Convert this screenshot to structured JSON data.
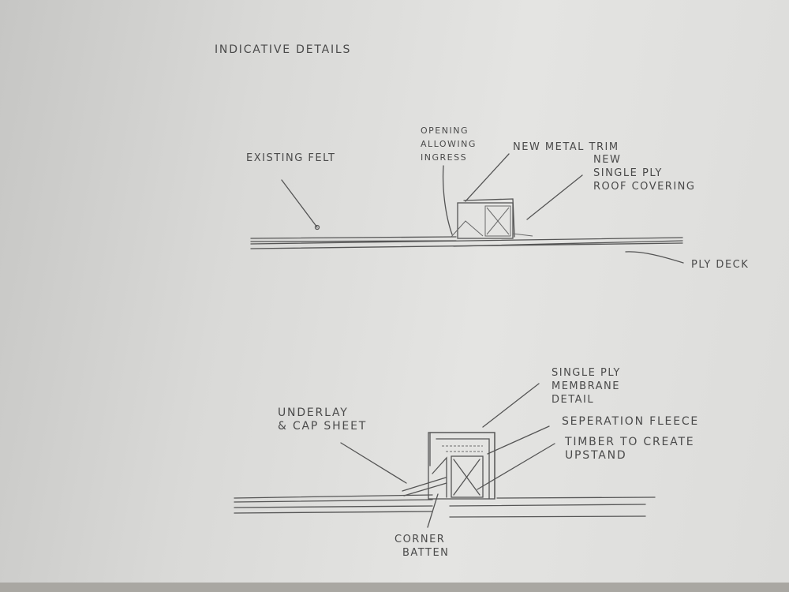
{
  "title": "INDICATIVE DETAILS",
  "detail_1": {
    "labels": {
      "existing_felt": "EXISTING FELT",
      "opening_line1": "OPENING",
      "opening_line2": "ALLOWING",
      "opening_line3": "INGRESS",
      "new_metal_trim": "NEW METAL TRIM",
      "new_covering_line1": "NEW",
      "new_covering_line2": "SINGLE PLY",
      "new_covering_line3": "ROOF COVERING",
      "ply_deck": "PLY DECK"
    }
  },
  "detail_2": {
    "labels": {
      "underlay_line1": "UNDERLAY",
      "underlay_line2": "& CAP SHEET",
      "membrane_line1": "SINGLE PLY",
      "membrane_line2": "MEMBRANE",
      "membrane_line3": "DETAIL",
      "separation_fleece": "SEPERATION FLEECE",
      "timber_line1": "TIMBER TO CREATE",
      "timber_line2": "UPSTAND",
      "corner_line1": "CORNER",
      "corner_line2": "BATTEN"
    }
  }
}
